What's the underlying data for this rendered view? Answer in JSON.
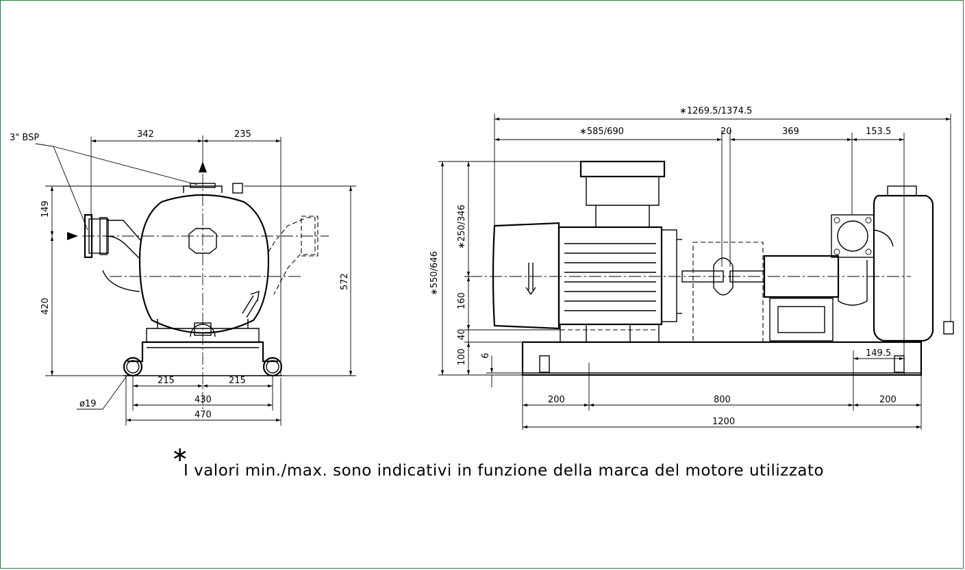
{
  "colors": {
    "frame": "#2e7d3a",
    "line": "#000000",
    "background": "#ffffff"
  },
  "front_view": {
    "connection_label": "3\" BSP",
    "dim_342": "342",
    "dim_235": "235",
    "dim_149": "149",
    "dim_420": "420",
    "dim_572": "572",
    "dim_215_left": "215",
    "dim_215_right": "215",
    "dim_430": "430",
    "dim_470": "470",
    "hole_label": "ø19"
  },
  "side_view": {
    "dim_total_length": "∗1269.5/1374.5",
    "dim_motor_length": "∗585/690",
    "dim_gap": "20",
    "dim_369": "369",
    "dim_153_5": "153.5",
    "dim_total_height": "∗550/646",
    "dim_motor_height": "∗250/346",
    "dim_160": "160",
    "dim_40": "40",
    "dim_100": "100",
    "dim_6": "6",
    "dim_149_5": "149.5",
    "dim_base_left": "200",
    "dim_base_mid": "800",
    "dim_base_right": "200",
    "dim_base_total": "1200"
  },
  "footnote": {
    "symbol": "∗",
    "text": "I valori min./max. sono indicativi in funzione della marca del motore utilizzato"
  }
}
